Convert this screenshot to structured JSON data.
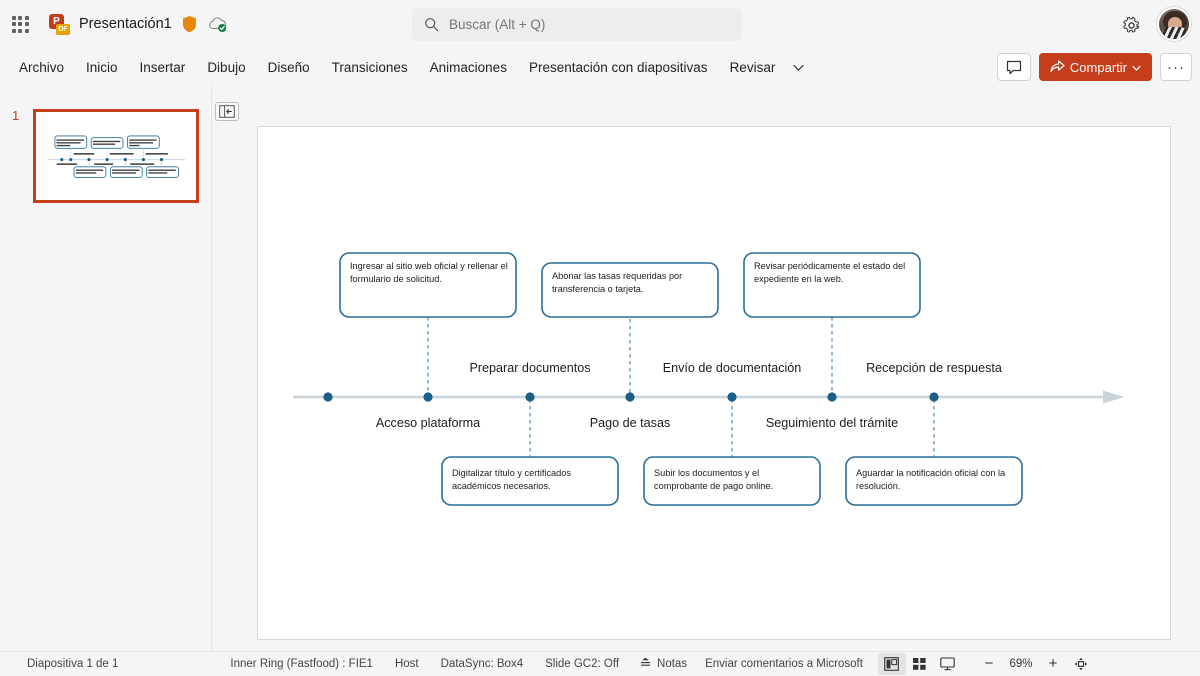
{
  "titlebar": {
    "app_icon": "powerpoint-icon",
    "doc_title": "Presentación1",
    "shield_icon": "shield-icon",
    "cloud_icon": "cloud-saved-icon",
    "waffle_icon": "app-launcher-icon",
    "gear_icon": "settings-gear-icon",
    "avatar_icon": "user-avatar"
  },
  "search": {
    "placeholder": "Buscar (Alt + Q)",
    "value": "",
    "icon": "search-icon"
  },
  "ribbon": {
    "tabs": [
      {
        "label": "Archivo"
      },
      {
        "label": "Inicio"
      },
      {
        "label": "Insertar"
      },
      {
        "label": "Dibujo"
      },
      {
        "label": "Diseño"
      },
      {
        "label": "Transiciones"
      },
      {
        "label": "Animaciones"
      },
      {
        "label": "Presentación con diapositivas"
      },
      {
        "label": "Revisar"
      }
    ],
    "overflow_chevron": "chevron-down-icon",
    "comment_icon": "comment-icon",
    "share_label": "Compartir",
    "share_icon": "share-icon",
    "share_chevron": "chevron-down-icon",
    "share_color": "#c43e1c",
    "more_label": "···"
  },
  "thumbnails": {
    "collapse_icon": "collapse-panel-icon",
    "slides": [
      {
        "number": "1",
        "selected": true,
        "selection_color": "#c43e1c"
      }
    ]
  },
  "statusbar": {
    "slide_count": "Diapositiva 1 de 1",
    "items": [
      {
        "label": "Inner Ring (Fastfood) : FIE1"
      },
      {
        "label": "Host"
      },
      {
        "label": "DataSync: Box4"
      },
      {
        "label": "Slide GC2: Off"
      }
    ],
    "notes_label": "Notas",
    "notes_icon": "notes-icon",
    "feedback_label": "Enviar comentarios a Microsoft",
    "views": [
      {
        "name": "normal-view",
        "icon": "normal-view-icon",
        "active": true
      },
      {
        "name": "slide-sorter-view",
        "icon": "grid-view-icon",
        "active": false
      },
      {
        "name": "reading-view",
        "icon": "reading-view-icon",
        "active": false
      }
    ],
    "zoom_out": "−",
    "zoom_level": "69%",
    "zoom_in": "+",
    "fit_icon": "fit-to-window-icon"
  },
  "chart_data": {
    "type": "timeline",
    "title": "",
    "accent_color": "#1f5f8b",
    "box_border_color": "#2a6f97",
    "axis_color": "#c9d4dc",
    "dot_color": "#1b5e87",
    "milestones": [
      {
        "label": "Acceso plataforma",
        "position": "below",
        "x": 0.08
      },
      {
        "label": "Preparar documentos",
        "position": "above",
        "x": 0.23
      },
      {
        "label": "Pago de tasas",
        "position": "below",
        "x": 0.4
      },
      {
        "label": "Envío de documentación",
        "position": "above",
        "x": 0.56
      },
      {
        "label": "Seguimiento del trámite",
        "position": "below",
        "x": 0.72
      },
      {
        "label": "Recepción de respuesta",
        "position": "above",
        "x": 0.87
      }
    ],
    "callouts_top": [
      {
        "text": "Ingresar al sitio web oficial y rellenar el formulario de solicitud."
      },
      {
        "text": "Abonar las tasas requeridas por transferencia o tarjeta."
      },
      {
        "text": "Revisar periódicamente el estado del expediente en la web."
      }
    ],
    "callouts_bottom": [
      {
        "text": "Digitalizar título y certificados académicos necesarios."
      },
      {
        "text": "Subir los documentos y el comprobante de pago online."
      },
      {
        "text": "Aguardar la notificación oficial con la resolución."
      }
    ]
  }
}
